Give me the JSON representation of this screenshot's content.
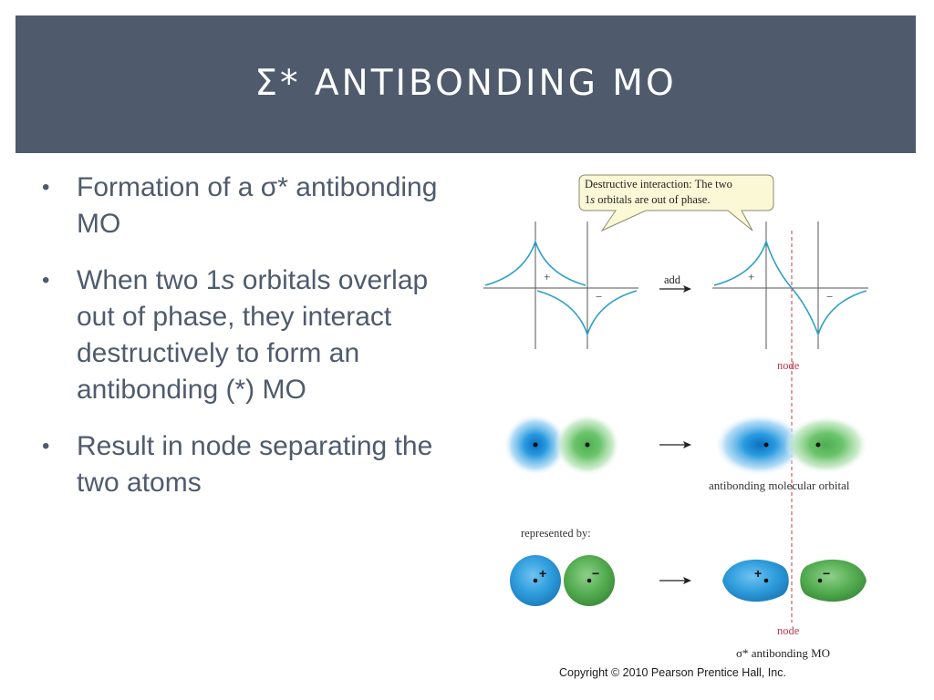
{
  "slide": {
    "title": "σ* antibonding MO"
  },
  "bullets": [
    {
      "text": "Formation of a σ* antibonding MO"
    },
    {
      "before": "When two 1",
      "italic": "s",
      "after": " orbitals overlap out of phase, they interact destructively to form an antibonding (*) MO"
    },
    {
      "text": "Result in node separating the two atoms"
    }
  ],
  "figure": {
    "callout_line1": "Destructive interaction:  The two",
    "callout_line2_num": "1",
    "callout_line2_italic": "s",
    "callout_line2_rest": " orbitals are out of phase.",
    "plus_sign": "+",
    "minus_sign": "−",
    "add_label": "add",
    "node_label": "node",
    "antibonding_label": "antibonding molecular orbital",
    "represented_by": "represented by:",
    "sigma_label": "σ* antibonding MO"
  },
  "copyright": "Copyright © 2010 Pearson Prentice Hall, Inc.",
  "colors": {
    "title_bar": "#4f5b6d",
    "body_text": "#4f5b6d",
    "curve": "#2e9fc7",
    "node": "#c0394b",
    "blue_orbital": "#1e93d6",
    "green_orbital": "#3fa64f",
    "callout_fill": "#fbf8d6"
  }
}
